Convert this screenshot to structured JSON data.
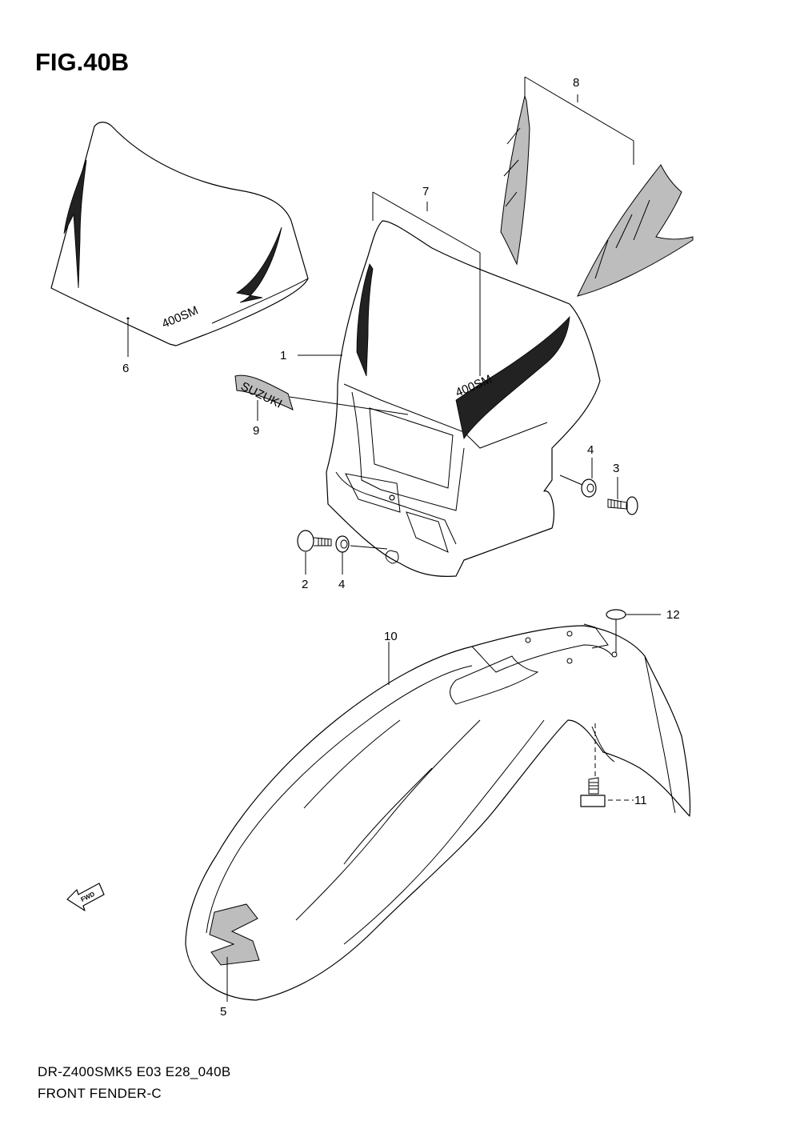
{
  "figure": {
    "title": "FIG.40B",
    "model_code": "DR-Z400SMK5  E03  E28_040B",
    "section_name": "FRONT FENDER-C"
  },
  "callouts": [
    "1",
    "2",
    "3",
    "4",
    "4",
    "5",
    "6",
    "7",
    "8",
    "9",
    "10",
    "11",
    "12"
  ],
  "decal_text": {
    "model_badge": "400SM",
    "brand_badge": "SUZUKI",
    "fwd_arrow": "FWD"
  }
}
